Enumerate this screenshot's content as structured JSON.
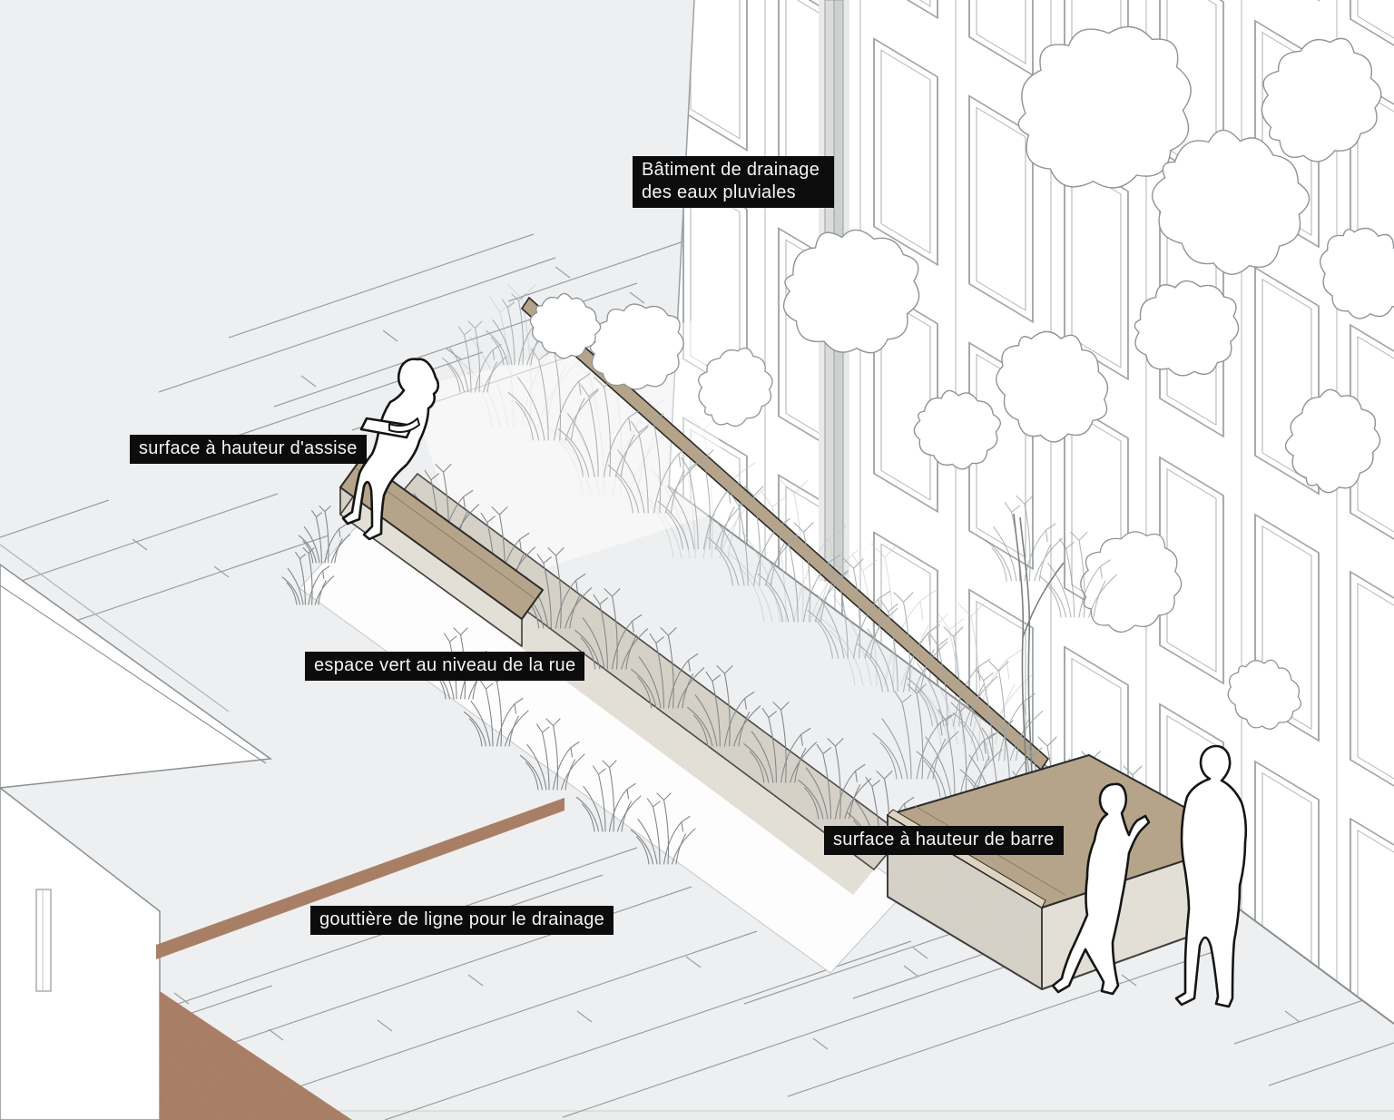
{
  "labels": {
    "building": {
      "text": "Bâtiment de drainage des eaux pluviales"
    },
    "seat_surface": {
      "text": "surface à hauteur d'assise"
    },
    "green_space": {
      "text": "espace vert au niveau de la rue"
    },
    "bar_surface": {
      "text": "surface à hauteur de barre"
    },
    "gutter": {
      "text": "gouttière de ligne pour le drainage"
    }
  },
  "colors": {
    "background": "#eeeff0",
    "facade_line": "#9aa0a2",
    "drawing_line": "#8d9194",
    "outline_dark": "#1f1f1f",
    "concrete": "#d8d4ca",
    "concrete_light": "#e6e3da",
    "wood": "#b5a489",
    "wood_light": "#ded4c0",
    "terracotta": "#a87a5e",
    "panel_white": "#fdfdfd",
    "label_background": "#0c0c0c",
    "label_text": "#f4f4f4"
  }
}
